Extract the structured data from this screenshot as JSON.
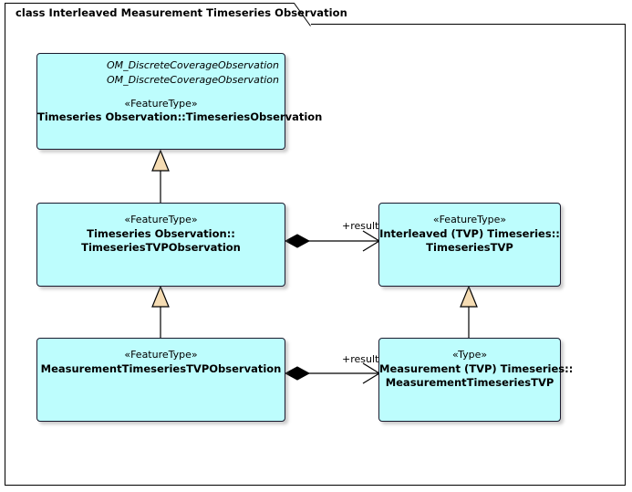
{
  "diagram": {
    "title": "class Interleaved Measurement Timeseries Observation",
    "background_color": "#ffffff",
    "frame_border_color": "#000000",
    "class_fill_color": "#bdfdfd",
    "class_border_color": "#1a1a2e",
    "generalization_arrow_fill": "#f5dcb3",
    "composition_diamond_fill": "#000000"
  },
  "classes": [
    {
      "id": "timeseries-observation",
      "parent_refs": [
        "OM_DiscreteCoverageObservation",
        "OM_DiscreteCoverageObservation"
      ],
      "stereotype": "«FeatureType»",
      "name_lines": [
        "Timeseries Observation::TimeseriesObservation"
      ]
    },
    {
      "id": "timeseries-tvp-observation",
      "parent_refs": [],
      "stereotype": "«FeatureType»",
      "name_lines": [
        "Timeseries Observation::",
        "TimeseriesTVPObservation"
      ]
    },
    {
      "id": "timeseries-tvp",
      "parent_refs": [],
      "stereotype": "«FeatureType»",
      "name_lines": [
        "Interleaved (TVP) Timeseries::",
        "TimeseriesTVP"
      ]
    },
    {
      "id": "measurement-timeseries-tvp-observation",
      "parent_refs": [],
      "stereotype": "«FeatureType»",
      "name_lines": [
        "MeasurementTimeseriesTVPObservation"
      ]
    },
    {
      "id": "measurement-timeseries-tvp",
      "parent_refs": [],
      "stereotype": "«Type»",
      "name_lines": [
        "Measurement (TVP) Timeseries::",
        "MeasurementTimeseriesTVP"
      ]
    }
  ],
  "connectors": [
    {
      "id": "gen-tvpobs-to-obs",
      "type": "generalization",
      "from": "timeseries-tvp-observation",
      "to": "timeseries-observation",
      "label": ""
    },
    {
      "id": "gen-mtvpobs-to-tvpobs",
      "type": "generalization",
      "from": "measurement-timeseries-tvp-observation",
      "to": "timeseries-tvp-observation",
      "label": ""
    },
    {
      "id": "gen-mtvp-to-tvp",
      "type": "generalization",
      "from": "measurement-timeseries-tvp",
      "to": "timeseries-tvp",
      "label": ""
    },
    {
      "id": "assoc-result-upper",
      "type": "composition",
      "from": "timeseries-tvp-observation",
      "to": "timeseries-tvp",
      "label": "+result"
    },
    {
      "id": "assoc-result-lower",
      "type": "composition",
      "from": "measurement-timeseries-tvp-observation",
      "to": "measurement-timeseries-tvp",
      "label": "+result"
    }
  ]
}
